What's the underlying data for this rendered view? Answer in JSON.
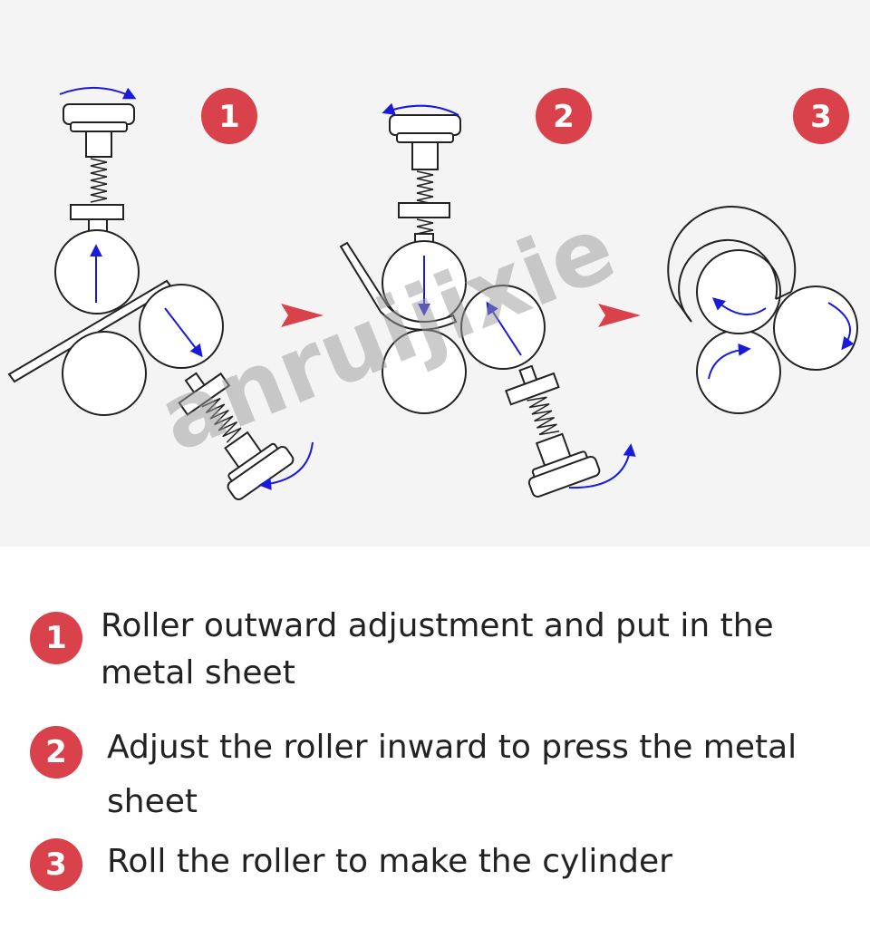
{
  "diagram": {
    "badges": [
      "1",
      "2",
      "3"
    ],
    "watermark": "anruijixie",
    "accent_color": "#d9424a",
    "arrow_color": "#1a1adb"
  },
  "steps": [
    {
      "number": "1",
      "text": "Roller outward adjustment and put in the metal sheet"
    },
    {
      "number": "2",
      "text": "Adjust the roller inward to press the metal sheet"
    },
    {
      "number": "3",
      "text": "Roll the roller to make the cylinder"
    }
  ]
}
